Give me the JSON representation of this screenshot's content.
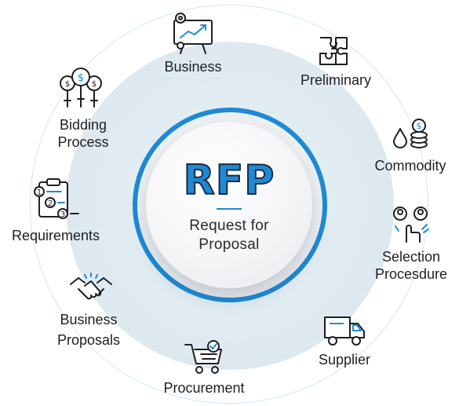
{
  "center": {
    "title": "RFP",
    "subtitle_line1": "Request for",
    "subtitle_line2": "Proposal"
  },
  "nodes": {
    "business": "Business",
    "preliminary": "Preliminary",
    "commodity": "Commodity",
    "selection_line1": "Selection",
    "selection_line2": "Procesdure",
    "supplier": "Supplier",
    "procurement": "Procurement",
    "proposals_line1": "Business",
    "proposals_line2": "Proposals",
    "requirements": "Requirements",
    "bidding_line1": "Bidding",
    "bidding_line2": "Process"
  },
  "colors": {
    "accent": "#1e8ad6",
    "band": "#dde9ef",
    "outer_ring": "#cfe7f3",
    "text": "#1f1f24"
  },
  "icons": [
    "presentation-chart-icon",
    "puzzle-icon",
    "coin-stack-drop-icon",
    "people-select-icon",
    "delivery-truck-icon",
    "shopping-cart-icon",
    "handshake-icon",
    "checklist-icon",
    "money-bags-icon"
  ]
}
